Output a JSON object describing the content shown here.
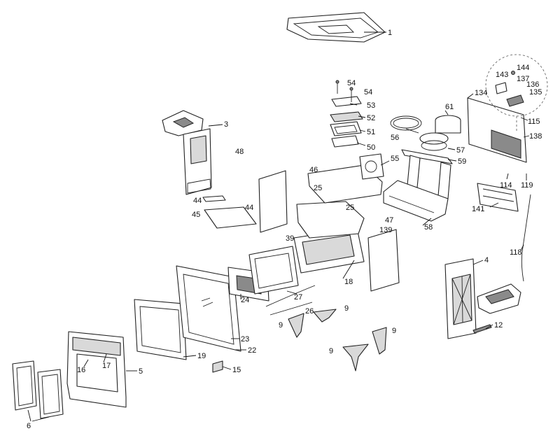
{
  "diagram": {
    "callouts": [
      {
        "id": "c1",
        "text": "1"
      },
      {
        "id": "c3",
        "text": "3"
      },
      {
        "id": "c4",
        "text": "4"
      },
      {
        "id": "c5",
        "text": "5"
      },
      {
        "id": "c6",
        "text": "6"
      },
      {
        "id": "c9a",
        "text": "9"
      },
      {
        "id": "c9b",
        "text": "9"
      },
      {
        "id": "c9c",
        "text": "9"
      },
      {
        "id": "c9d",
        "text": "9"
      },
      {
        "id": "c12",
        "text": "12"
      },
      {
        "id": "c15",
        "text": "15"
      },
      {
        "id": "c16",
        "text": "16"
      },
      {
        "id": "c17",
        "text": "17"
      },
      {
        "id": "c18",
        "text": "18"
      },
      {
        "id": "c19",
        "text": "19"
      },
      {
        "id": "c22",
        "text": "22"
      },
      {
        "id": "c23",
        "text": "23"
      },
      {
        "id": "c24",
        "text": "24"
      },
      {
        "id": "c25a",
        "text": "25"
      },
      {
        "id": "c25b",
        "text": "25"
      },
      {
        "id": "c26",
        "text": "26"
      },
      {
        "id": "c27",
        "text": "27"
      },
      {
        "id": "c39",
        "text": "39"
      },
      {
        "id": "c44a",
        "text": "44"
      },
      {
        "id": "c44b",
        "text": "44"
      },
      {
        "id": "c45",
        "text": "45"
      },
      {
        "id": "c46",
        "text": "46"
      },
      {
        "id": "c47",
        "text": "47"
      },
      {
        "id": "c48",
        "text": "48"
      },
      {
        "id": "c50",
        "text": "50"
      },
      {
        "id": "c51",
        "text": "51"
      },
      {
        "id": "c52",
        "text": "52"
      },
      {
        "id": "c53",
        "text": "53"
      },
      {
        "id": "c54a",
        "text": "54"
      },
      {
        "id": "c54b",
        "text": "54"
      },
      {
        "id": "c55",
        "text": "55"
      },
      {
        "id": "c56",
        "text": "56"
      },
      {
        "id": "c57",
        "text": "57"
      },
      {
        "id": "c58",
        "text": "58"
      },
      {
        "id": "c59",
        "text": "59"
      },
      {
        "id": "c61",
        "text": "61"
      },
      {
        "id": "c114",
        "text": "114"
      },
      {
        "id": "c115",
        "text": "115"
      },
      {
        "id": "c118",
        "text": "118"
      },
      {
        "id": "c119",
        "text": "119"
      },
      {
        "id": "c134",
        "text": "134"
      },
      {
        "id": "c135",
        "text": "135"
      },
      {
        "id": "c136",
        "text": "136"
      },
      {
        "id": "c137",
        "text": "137"
      },
      {
        "id": "c138",
        "text": "138"
      },
      {
        "id": "c139",
        "text": "139"
      },
      {
        "id": "c141",
        "text": "141"
      },
      {
        "id": "c143",
        "text": "143"
      },
      {
        "id": "c144",
        "text": "144"
      }
    ]
  }
}
